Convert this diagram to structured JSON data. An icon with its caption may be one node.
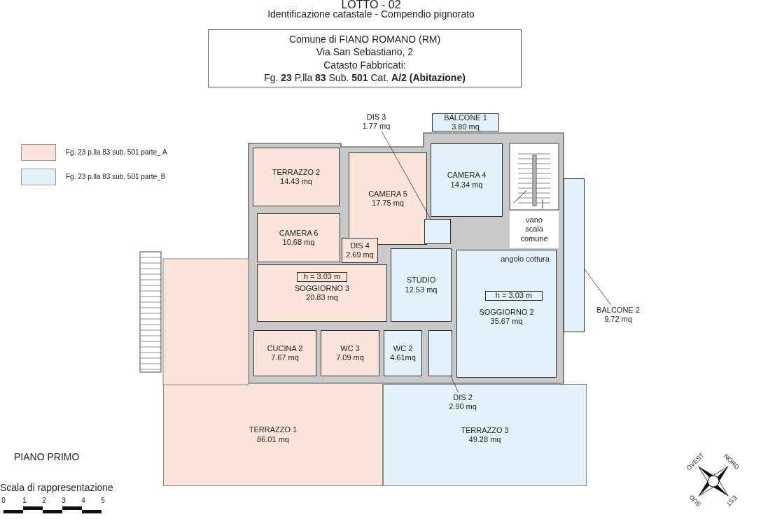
{
  "diagram": {
    "title": "LOTTO - 02",
    "nodes": [
      {
        "text": [
          "Comune di FIANO ROMANO (RM)",
          "Via San Sebastiano, 2",
          "Catasto  Fabbricati:",
          "Fg. **23**  P.lla **83** Sub. **501**  Cat. **A/2 (Abitazione)**"
        ]
      },
      {
        "text": [
          "TERRAZZO 2",
          "14.43 mq"
        ]
      },
      {
        "text": [
          "CAMERA 5",
          "17.75 mq"
        ]
      },
      {
        "text": [
          "BALCONE 1",
          "3.80 mq"
        ]
      },
      {
        "text": [
          "CAMERA 4",
          "14.34 mq"
        ]
      },
      {
        "text": [
          "vano scala comune"
        ]
      },
      {
        "text": [
          "CAMERA 6",
          "10.68 mq"
        ]
      },
      {
        "text": [
          "DIS 4",
          "2.69 mq"
        ]
      },
      {
        "text": [
          "DIS 3",
          "1.77 mq"
        ]
      },
      {
        "text": [],
        "shape": "box"
      },
      {
        "text": [
          "SOGGIORNO 3",
          "20.83 mq"
        ]
      },
      {
        "text": [
          "h = 3.03 m"
        ],
        "in": 10
      },
      {
        "text": [
          "STUDIO",
          "12.53 mq"
        ]
      },
      {
        "text": [
          "SOGGIORNO 2",
          "35.67 mq"
        ]
      },
      {
        "text": [
          "h = 3.03 m"
        ],
        "in": 13
      },
      {
        "text": [],
        "shape": "box"
      },
      {
        "text": [
          "BALCONE 2",
          "9.72 mq"
        ]
      },
      {
        "text": [
          "CUCINA 2",
          "7.67 mq"
        ]
      },
      {
        "text": [
          "WC 3",
          "7.09 mq"
        ]
      },
      {
        "text": [
          "WC 2",
          "4.61mq"
        ]
      },
      {
        "text": [],
        "shape": "box"
      },
      {
        "text": [
          "DIS 2",
          "2.90 mq"
        ],
        "in": 23
      },
      {
        "text": [
          "TERRAZZO 1",
          "86.01 mq"
        ]
      },
      {
        "text": [
          "TERRAZZO 3",
          "49.28 mq"
        ]
      }
    ],
    "edges": [
      {
        "from": 8,
        "to": 9,
        "arrow": "none"
      },
      {
        "from": 16,
        "to": 15,
        "arrow": "none"
      },
      {
        "from": 21,
        "to": 20,
        "arrow": "none"
      }
    ],
    "labels": [
      "Identificazione catastale - Compendio pignorato",
      "angolo cottura",
      "PIANO  PRIMO",
      "Scala di rappresentazione",
      "0",
      "1",
      "2",
      "3",
      "4",
      "5",
      "OVEST",
      "NORD",
      "SUD",
      "EST"
    ],
    "legend": [
      {
        "text": "Fg. 23  p.lla 83 sub. 501 parte_ A",
        "color": "#fbe4da"
      },
      {
        "text": "Fg. 23  p.lla 83 sub. 501 parte_B",
        "color": "#e3f1fb"
      }
    ]
  }
}
